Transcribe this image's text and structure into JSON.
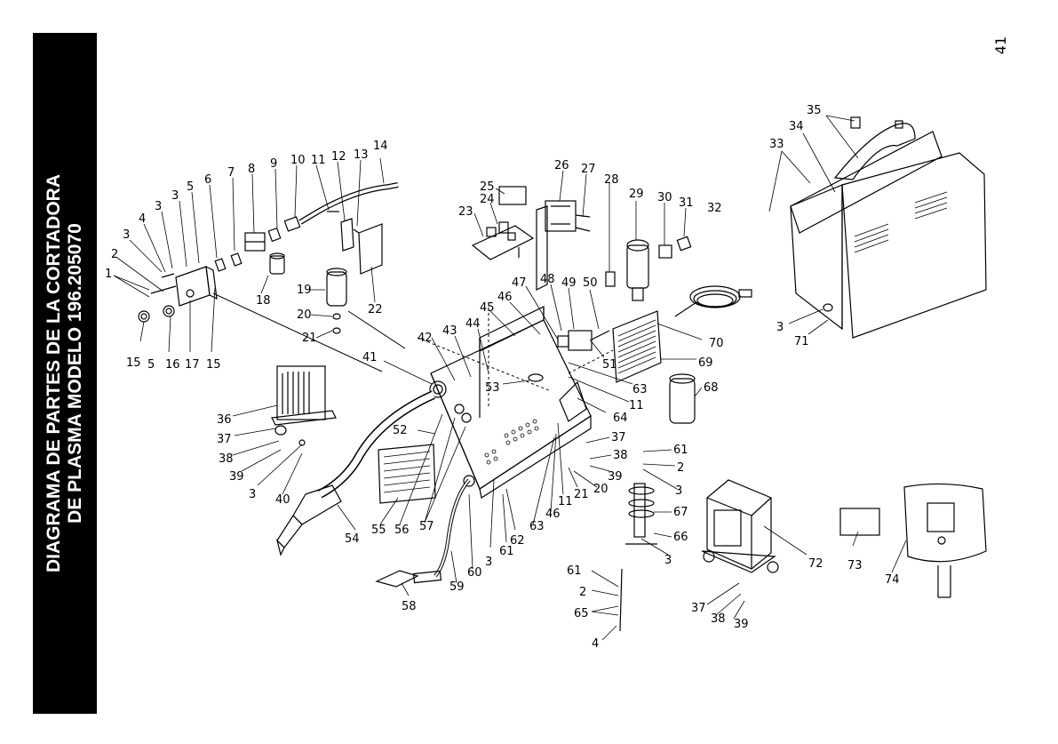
{
  "banner": {
    "line1": "DIAGRAMA DE PARTES DE LA CORTADORA",
    "line2": "DE PLASMA MODELO 196.205070"
  },
  "page_number": "41",
  "callouts": {
    "c1": "1",
    "c2": "2",
    "c3": "3",
    "c3b": "3",
    "c3c": "3",
    "c4": "4",
    "c5": "5",
    "c5b": "5",
    "c6": "6",
    "c7": "7",
    "c8": "8",
    "c9": "9",
    "c10": "10",
    "c11": "11",
    "c12": "12",
    "c13": "13",
    "c14": "14",
    "c15": "15",
    "c15b": "15",
    "c16": "16",
    "c17": "17",
    "c18": "18",
    "c19": "19",
    "c20": "20",
    "c21": "21",
    "c22": "22",
    "c23": "23",
    "c24": "24",
    "c25": "25",
    "c26": "26",
    "c27": "27",
    "c28": "28",
    "c29": "29",
    "c30": "30",
    "c31": "31",
    "c32": "32",
    "c33": "33",
    "c34": "34",
    "c35": "35",
    "c3d": "3",
    "c71": "71",
    "c36": "36",
    "c37": "37",
    "c38": "38",
    "c39": "39",
    "c3e": "3",
    "c40": "40",
    "c41": "41",
    "c42": "42",
    "c43": "43",
    "c44": "44",
    "c45": "45",
    "c46": "46",
    "c47": "47",
    "c48": "48",
    "c49": "49",
    "c50": "50",
    "c51": "51",
    "c52": "52",
    "c53": "53",
    "c63": "63",
    "c11b": "11",
    "c64": "64",
    "c70": "70",
    "c69": "69",
    "c68": "68",
    "c37b": "37",
    "c38b": "38",
    "c39b": "39",
    "c21b": "21",
    "c20b": "20",
    "c11c": "11",
    "c46b": "46",
    "c63b": "63",
    "c62": "62",
    "c61": "61",
    "c3f": "3",
    "c54": "54",
    "c55": "55",
    "c56": "56",
    "c57": "57",
    "c58": "58",
    "c59": "59",
    "c60": "60",
    "c61b": "61",
    "c2b": "2",
    "c3g": "3",
    "c67": "67",
    "c66": "66",
    "c3h": "3",
    "c61c": "61",
    "c2c": "2",
    "c65": "65",
    "c4b": "4",
    "c72": "72",
    "c37c": "37",
    "c38c": "38",
    "c39c": "39",
    "c73": "73",
    "c74": "74"
  }
}
